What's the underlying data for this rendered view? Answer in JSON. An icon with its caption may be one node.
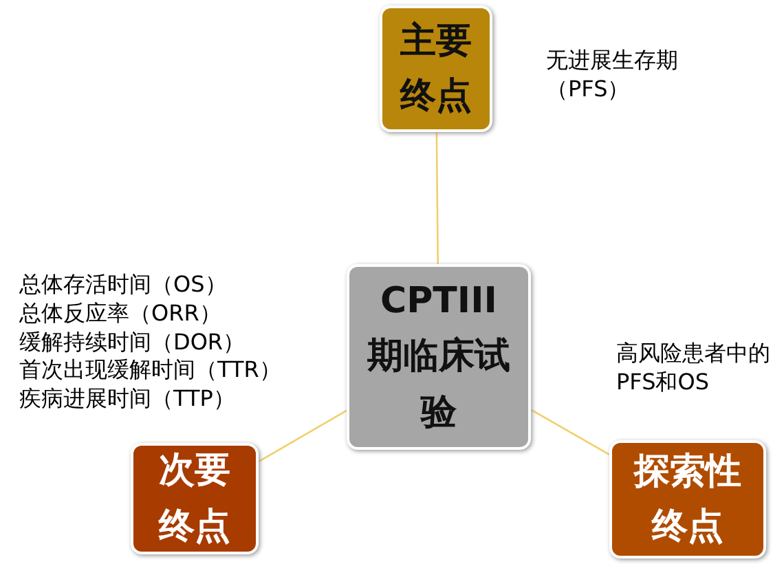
{
  "diagram": {
    "nodes": [
      {
        "text": [
          "CPTIII期临床试验"
        ]
      },
      {
        "text": [
          "主要终点"
        ],
        "beside": [
          "无进展生存期（PFS）"
        ]
      },
      {
        "text": [
          "次要终点"
        ],
        "beside": [
          "总体存活时间（OS）",
          "总体反应率（ORR）",
          "缓解持续时间（DOR）",
          "首次出现缓解时间（TTR）",
          "疾病进展时间（TTP）"
        ]
      },
      {
        "text": [
          "探索性终点"
        ],
        "beside": [
          "高风险患者中的PFS和OS"
        ]
      }
    ],
    "edges": [
      {
        "from": 0,
        "to": 1,
        "arrow": "none"
      },
      {
        "from": 0,
        "to": 2,
        "arrow": "none"
      },
      {
        "from": 0,
        "to": 3,
        "arrow": "none"
      }
    ]
  }
}
